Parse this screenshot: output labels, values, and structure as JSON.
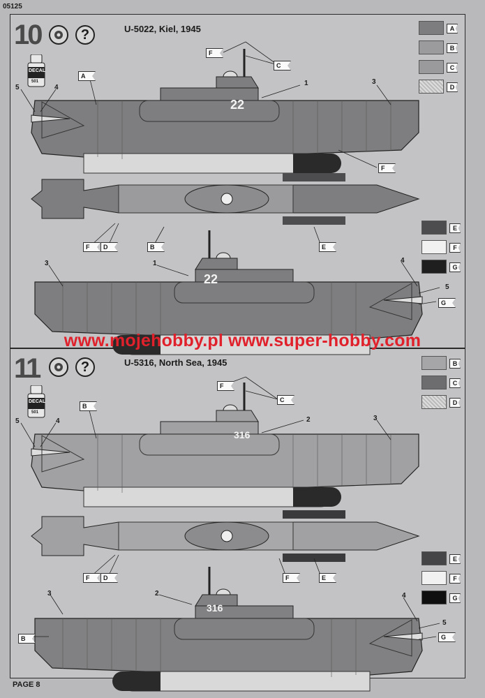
{
  "document_number": "05125",
  "page_label": "PAGE 8",
  "watermark": "www.mojehobby.pl www.super-hobby.com",
  "icons": {
    "question": "?",
    "decal_label": "DECAL",
    "decal_num": "501"
  },
  "steps": [
    {
      "number": "10",
      "title": "U-5022, Kiel, 1945",
      "hull_number": "22",
      "swatches": [
        {
          "label": "A",
          "color": "#7d7d7f"
        },
        {
          "label": "B",
          "color": "#9b9b9d"
        },
        {
          "label": "C",
          "color": "#9a9a9c"
        },
        {
          "label": "D",
          "color": "hatched"
        },
        {
          "label": "E",
          "color": "#4d4d4f"
        },
        {
          "label": "F",
          "color": "#f1f1f1"
        },
        {
          "label": "G",
          "color": "#1f1f1f"
        }
      ],
      "callouts": [
        "F",
        "C",
        "A",
        "1",
        "3",
        "5",
        "4",
        "F",
        "F",
        "D",
        "B",
        "E",
        "3",
        "1",
        "4",
        "5",
        "G"
      ]
    },
    {
      "number": "11",
      "title": "U-5316, North Sea, 1945",
      "hull_number": "316",
      "swatches": [
        {
          "label": "B",
          "color": "#a6a6a8"
        },
        {
          "label": "C",
          "color": "#6d6d6f"
        },
        {
          "label": "D",
          "color": "hatched"
        },
        {
          "label": "E",
          "color": "#454547"
        },
        {
          "label": "F",
          "color": "#f1f1f1"
        },
        {
          "label": "G",
          "color": "#0f0f0f"
        }
      ],
      "callouts": [
        "F",
        "C",
        "B",
        "2",
        "3",
        "5",
        "4",
        "F",
        "D",
        "F",
        "E",
        "3",
        "2",
        "4",
        "B",
        "5",
        "G"
      ]
    }
  ]
}
